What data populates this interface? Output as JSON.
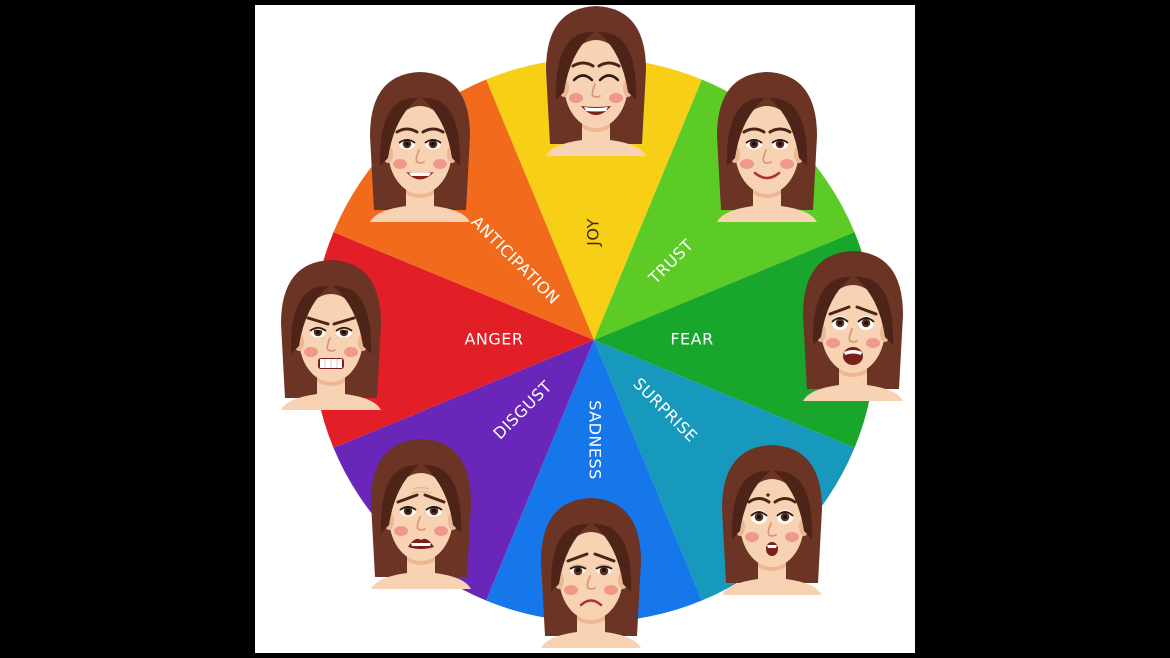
{
  "emotions": [
    {
      "label": "JOY",
      "color": "#f7cf17"
    },
    {
      "label": "TRUST",
      "color": "#5ccb25"
    },
    {
      "label": "FEAR",
      "color": "#18a62d"
    },
    {
      "label": "SURPRISE",
      "color": "#1699bd"
    },
    {
      "label": "SADNESS",
      "color": "#1577ea"
    },
    {
      "label": "DISGUST",
      "color": "#6a26b8"
    },
    {
      "label": "ANGER",
      "color": "#e21f27"
    },
    {
      "label": "ANTICIPATION",
      "color": "#f26a1b"
    }
  ],
  "faces": [
    {
      "expression": "laughing"
    },
    {
      "expression": "smiling"
    },
    {
      "expression": "scared"
    },
    {
      "expression": "surprised"
    },
    {
      "expression": "sad"
    },
    {
      "expression": "disgusted"
    },
    {
      "expression": "angry"
    },
    {
      "expression": "eager"
    }
  ],
  "palette": {
    "frame": "#000000",
    "background": "#ffffff",
    "hair": "#6b3424",
    "hair_shade": "#4e2418",
    "skin": "#f8d3b3",
    "skin_shade": "#ecb894",
    "blush": "#ef8e83",
    "lips": "#a8322e",
    "label_text": "#ffffff",
    "joy_label_text": "#3a2a10"
  }
}
